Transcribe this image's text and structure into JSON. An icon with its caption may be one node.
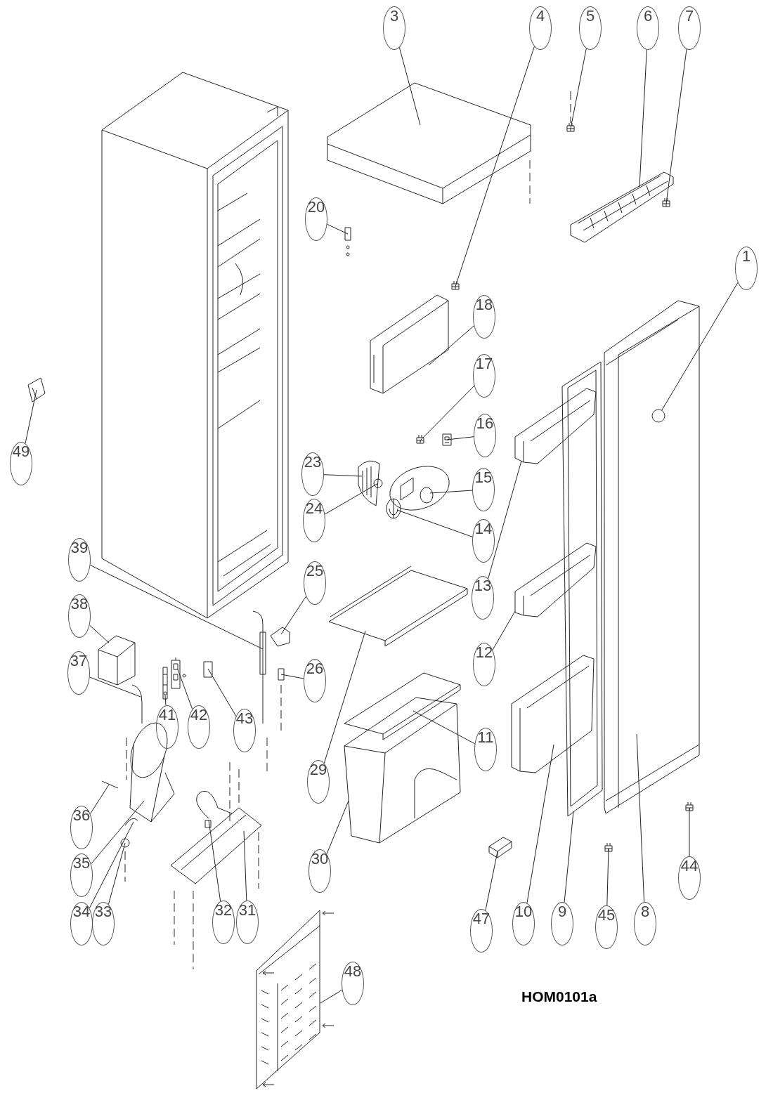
{
  "diagram": {
    "nodes": [
      {
        "text": [
          "3"
        ]
      },
      {
        "text": [
          "4"
        ]
      },
      {
        "text": [
          "5"
        ]
      },
      {
        "text": [
          "6"
        ]
      },
      {
        "text": [
          "7"
        ]
      },
      {
        "text": [
          "20"
        ]
      },
      {
        "text": [
          "1"
        ]
      },
      {
        "text": [
          "18"
        ]
      },
      {
        "text": [
          "17"
        ]
      },
      {
        "text": [
          "16"
        ]
      },
      {
        "text": [
          "49"
        ]
      },
      {
        "text": [
          "23"
        ]
      },
      {
        "text": [
          "15"
        ]
      },
      {
        "text": [
          "24"
        ]
      },
      {
        "text": [
          "14"
        ]
      },
      {
        "text": [
          "39"
        ]
      },
      {
        "text": [
          "25"
        ]
      },
      {
        "text": [
          "13"
        ]
      },
      {
        "text": [
          "38"
        ]
      },
      {
        "text": [
          "12"
        ]
      },
      {
        "text": [
          "37"
        ]
      },
      {
        "text": [
          "26"
        ]
      },
      {
        "text": [
          "41"
        ]
      },
      {
        "text": [
          "42"
        ]
      },
      {
        "text": [
          "43"
        ]
      },
      {
        "text": [
          "11"
        ]
      },
      {
        "text": [
          "29"
        ]
      },
      {
        "text": [
          "36"
        ]
      },
      {
        "text": [
          "35"
        ]
      },
      {
        "text": [
          "30"
        ]
      },
      {
        "text": [
          "34"
        ]
      },
      {
        "text": [
          "33"
        ]
      },
      {
        "text": [
          "32"
        ]
      },
      {
        "text": [
          "31"
        ]
      },
      {
        "text": [
          "10"
        ]
      },
      {
        "text": [
          "9"
        ]
      },
      {
        "text": [
          "8"
        ]
      },
      {
        "text": [
          "44"
        ]
      },
      {
        "text": [
          "47"
        ]
      },
      {
        "text": [
          "45"
        ]
      },
      {
        "text": [
          "48"
        ]
      },
      {
        "text": [],
        "shape": "circle",
        "in": 77
      },
      {
        "text": [],
        "shape": "picture"
      },
      {
        "text": [],
        "shape": "picture"
      },
      {
        "text": [],
        "shape": "picture"
      },
      {
        "text": [],
        "shape": "picture"
      },
      {
        "text": [],
        "shape": "picture"
      },
      {
        "text": [],
        "shape": "picture"
      },
      {
        "text": [],
        "shape": "picture"
      },
      {
        "text": [],
        "shape": "picture"
      },
      {
        "text": [],
        "shape": "picture"
      },
      {
        "text": [],
        "shape": "picture"
      },
      {
        "text": [],
        "shape": "picture"
      },
      {
        "text": [],
        "shape": "picture"
      },
      {
        "text": [],
        "shape": "picture"
      },
      {
        "text": [],
        "shape": "picture"
      },
      {
        "text": [],
        "shape": "picture"
      },
      {
        "text": [],
        "shape": "picture"
      },
      {
        "text": [],
        "shape": "picture"
      },
      {
        "text": [],
        "shape": "picture"
      },
      {
        "text": [],
        "shape": "picture"
      },
      {
        "text": [],
        "shape": "picture"
      },
      {
        "text": [],
        "shape": "picture"
      },
      {
        "text": [],
        "shape": "picture"
      },
      {
        "text": [],
        "shape": "picture"
      },
      {
        "text": [],
        "shape": "picture"
      },
      {
        "text": [],
        "shape": "picture"
      },
      {
        "text": [],
        "shape": "picture"
      },
      {
        "text": [],
        "shape": "picture"
      },
      {
        "text": [],
        "shape": "picture"
      },
      {
        "text": [],
        "shape": "picture"
      },
      {
        "text": [],
        "shape": "picture"
      },
      {
        "text": [],
        "shape": "picture"
      },
      {
        "text": [],
        "shape": "picture"
      },
      {
        "text": [],
        "shape": "picture"
      },
      {
        "text": [],
        "shape": "picture"
      },
      {
        "text": [],
        "shape": "picture"
      },
      {
        "text": [],
        "shape": "picture"
      },
      {
        "text": [],
        "shape": "picture"
      },
      {
        "text": [],
        "shape": "picture"
      },
      {
        "text": [],
        "shape": "picture"
      },
      {
        "text": [],
        "shape": "picture"
      }
    ],
    "edges": [
      {
        "from": 0,
        "to": 42,
        "arrow": "none"
      },
      {
        "from": 1,
        "to": 43,
        "arrow": "none"
      },
      {
        "from": 2,
        "to": 44,
        "arrow": "none"
      },
      {
        "from": 3,
        "to": 45,
        "arrow": "none"
      },
      {
        "from": 4,
        "to": 46,
        "arrow": "none"
      },
      {
        "from": 5,
        "to": 47,
        "arrow": "none"
      },
      {
        "from": 6,
        "to": 41,
        "arrow": "none"
      },
      {
        "from": 7,
        "to": 48,
        "arrow": "none"
      },
      {
        "from": 8,
        "to": 49,
        "arrow": "none"
      },
      {
        "from": 9,
        "to": 50,
        "arrow": "none"
      },
      {
        "from": 10,
        "to": 51,
        "arrow": "none"
      },
      {
        "from": 11,
        "to": 52,
        "arrow": "none"
      },
      {
        "from": 12,
        "to": 53,
        "arrow": "none"
      },
      {
        "from": 13,
        "to": 54,
        "arrow": "none"
      },
      {
        "from": 14,
        "to": 55,
        "arrow": "none"
      },
      {
        "from": 15,
        "to": 56,
        "arrow": "none"
      },
      {
        "from": 16,
        "to": 57,
        "arrow": "none"
      },
      {
        "from": 17,
        "to": 58,
        "arrow": "none"
      },
      {
        "from": 18,
        "to": 59,
        "arrow": "none"
      },
      {
        "from": 19,
        "to": 60,
        "arrow": "none"
      },
      {
        "from": 20,
        "to": 61,
        "arrow": "none"
      },
      {
        "from": 21,
        "to": 62,
        "arrow": "none"
      },
      {
        "from": 22,
        "to": 63,
        "arrow": "none"
      },
      {
        "from": 23,
        "to": 64,
        "arrow": "none"
      },
      {
        "from": 24,
        "to": 65,
        "arrow": "none"
      },
      {
        "from": 25,
        "to": 66,
        "arrow": "none"
      },
      {
        "from": 26,
        "to": 67,
        "arrow": "none"
      },
      {
        "from": 27,
        "to": 68,
        "arrow": "none"
      },
      {
        "from": 28,
        "to": 69,
        "arrow": "none"
      },
      {
        "from": 29,
        "to": 70,
        "arrow": "none"
      },
      {
        "from": 30,
        "to": 71,
        "arrow": "none"
      },
      {
        "from": 31,
        "to": 72,
        "arrow": "none"
      },
      {
        "from": 32,
        "to": 73,
        "arrow": "none"
      },
      {
        "from": 33,
        "to": 74,
        "arrow": "none"
      },
      {
        "from": 34,
        "to": 75,
        "arrow": "none"
      },
      {
        "from": 35,
        "to": 76,
        "arrow": "none"
      },
      {
        "from": 36,
        "to": 77,
        "arrow": "none"
      },
      {
        "from": 37,
        "to": 78,
        "arrow": "none"
      },
      {
        "from": 38,
        "to": 79,
        "arrow": "none"
      },
      {
        "from": 39,
        "to": 80,
        "arrow": "none"
      },
      {
        "from": 40,
        "to": 81,
        "arrow": "none"
      }
    ],
    "labels": [
      "HOM0101a"
    ]
  }
}
